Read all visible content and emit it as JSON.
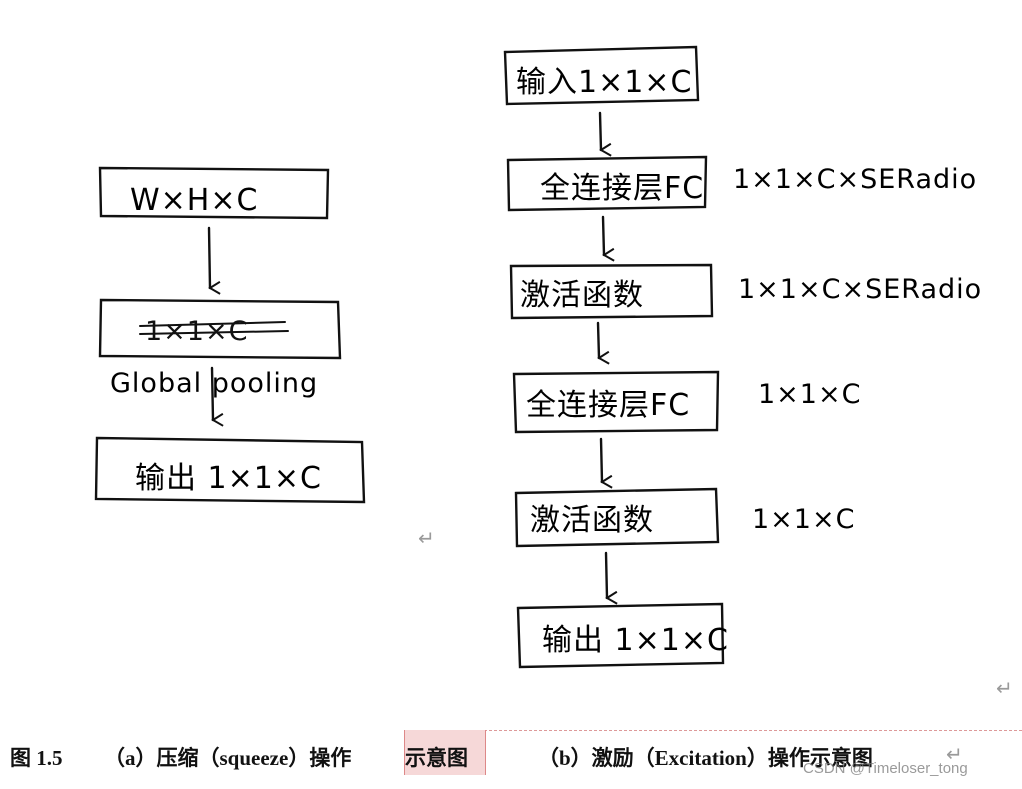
{
  "left_diagram": {
    "box1": "W×H×C",
    "box2": "1×1×C",
    "arrow_label": "Global pooling",
    "box3": "输出 1×1×C"
  },
  "right_diagram": {
    "box1": "输入1×1×C",
    "box2": "全连接层FC",
    "box2_side": "1×1×C×SERadio",
    "box3": "激活函数",
    "box3_side": "1×1×C×SERadio",
    "box4": "全连接层FC",
    "box4_side": "1×1×C",
    "box5": "激活函数",
    "box5_side": "1×1×C",
    "box6": "输出 1×1×C"
  },
  "caption": {
    "fig_number": "图 1.5",
    "part_a_prefix": "（a）压缩（squeeze）操作",
    "part_a_highlight": "示意图",
    "part_b": "（b）激励（Excitation）操作示意图"
  },
  "paragraph_mark": "↵",
  "watermark": "CSDN @Timeloser_tong"
}
